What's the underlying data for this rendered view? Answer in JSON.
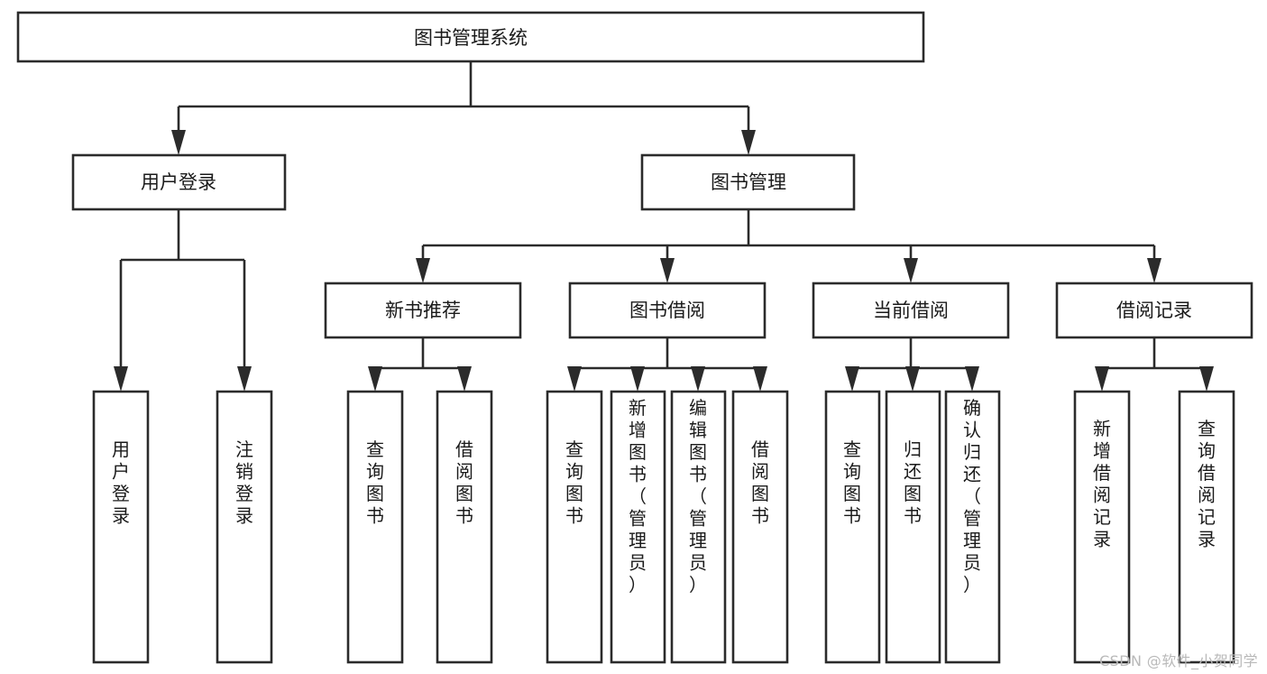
{
  "diagram": {
    "type": "tree-flowchart",
    "title": "图书管理系统",
    "watermark": "CSDN @软件_小贺同学",
    "colors": {
      "box_stroke": "#2b2b2b",
      "box_fill": "#ffffff",
      "text": "#1a1a1a",
      "background": "#ffffff",
      "watermark": "#b9b9b9"
    },
    "levels": {
      "root": {
        "label": "图书管理系统"
      },
      "level2": [
        {
          "id": "user-login",
          "label": "用户登录"
        },
        {
          "id": "book-management",
          "label": "图书管理"
        }
      ],
      "level3": [
        {
          "id": "new-book-recommend",
          "label": "新书推荐"
        },
        {
          "id": "book-borrow",
          "label": "图书借阅"
        },
        {
          "id": "current-borrow",
          "label": "当前借阅"
        },
        {
          "id": "borrow-record",
          "label": "借阅记录"
        }
      ],
      "leaves": {
        "user-login": [
          {
            "id": "leaf-user-login",
            "label": "用户登录"
          },
          {
            "id": "leaf-logout-login",
            "label": "注销登录"
          }
        ],
        "new-book-recommend": [
          {
            "id": "leaf-query-book-1",
            "label": "查询图书"
          },
          {
            "id": "leaf-borrow-book-1",
            "label": "借阅图书"
          }
        ],
        "book-borrow": [
          {
            "id": "leaf-query-book-2",
            "label": "查询图书"
          },
          {
            "id": "leaf-add-book",
            "label": "新增图书（管理员）"
          },
          {
            "id": "leaf-edit-book",
            "label": "编辑图书（管理员）"
          },
          {
            "id": "leaf-borrow-book-2",
            "label": "借阅图书"
          }
        ],
        "current-borrow": [
          {
            "id": "leaf-query-book-3",
            "label": "查询图书"
          },
          {
            "id": "leaf-return-book",
            "label": "归还图书"
          },
          {
            "id": "leaf-confirm-return",
            "label": "确认归还（管理员）"
          }
        ],
        "borrow-record": [
          {
            "id": "leaf-add-record",
            "label": "新增借阅记录"
          },
          {
            "id": "leaf-query-record",
            "label": "查询借阅记录"
          }
        ]
      }
    }
  }
}
